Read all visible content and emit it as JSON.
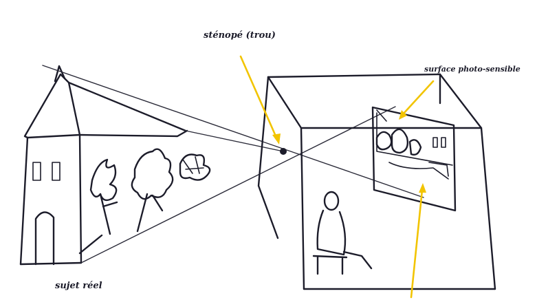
{
  "labels": {
    "pinhole": "sténopé (trou)",
    "image": "surface photo-sensible",
    "subject": "sujet réel"
  },
  "colors": {
    "ink": "#1c1c2a",
    "arrow": "#f2c400",
    "paper": "#ffffff"
  }
}
